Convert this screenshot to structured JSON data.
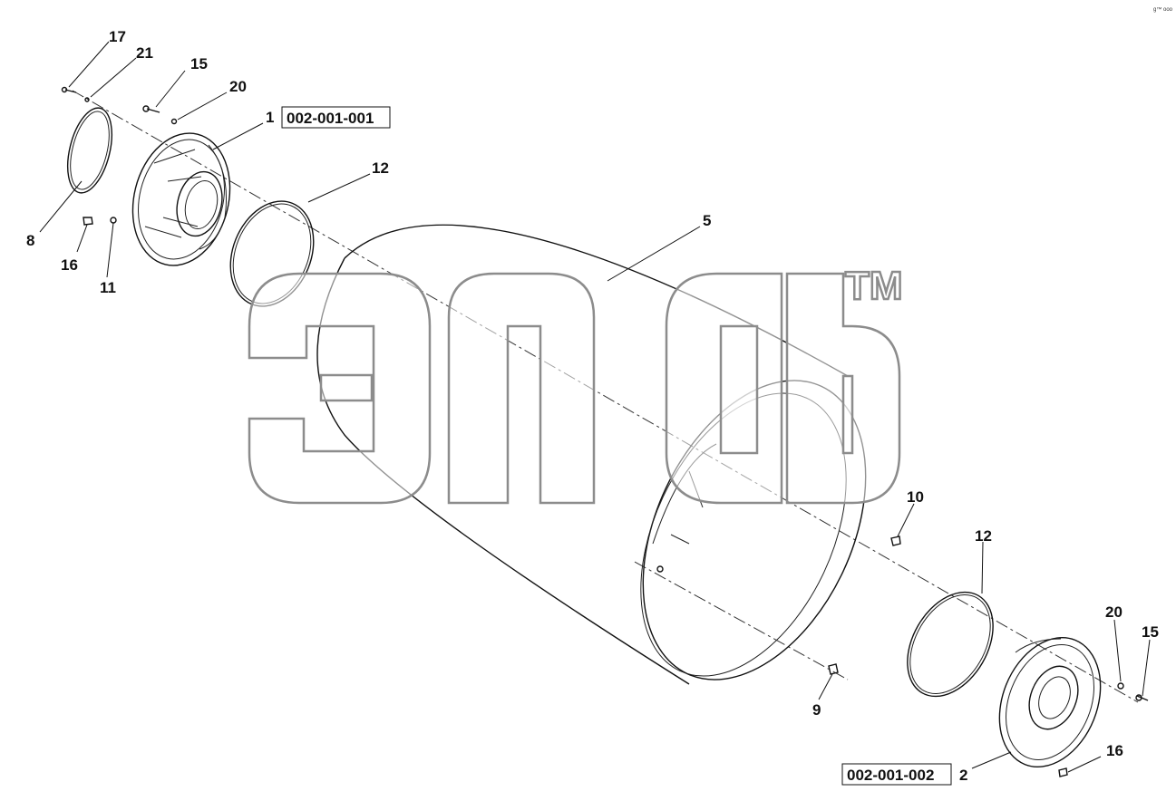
{
  "corner_mark": "g™ ooo",
  "watermark": {
    "trademark": "TM",
    "outline_color": "#8c8c8c"
  },
  "reference_boxes": [
    {
      "id": "ref-upper",
      "text": "002-001-001"
    },
    {
      "id": "ref-lower",
      "text": "002-001-002"
    }
  ],
  "callouts": [
    {
      "id": "c17",
      "text": "17"
    },
    {
      "id": "c21",
      "text": "21"
    },
    {
      "id": "c15a",
      "text": "15"
    },
    {
      "id": "c20a",
      "text": "20"
    },
    {
      "id": "c1",
      "text": "1"
    },
    {
      "id": "c12a",
      "text": "12"
    },
    {
      "id": "c5",
      "text": "5"
    },
    {
      "id": "c8",
      "text": "8"
    },
    {
      "id": "c16a",
      "text": "16"
    },
    {
      "id": "c11",
      "text": "11"
    },
    {
      "id": "c10",
      "text": "10"
    },
    {
      "id": "c12b",
      "text": "12"
    },
    {
      "id": "c9",
      "text": "9"
    },
    {
      "id": "c20b",
      "text": "20"
    },
    {
      "id": "c15b",
      "text": "15"
    },
    {
      "id": "c16b",
      "text": "16"
    },
    {
      "id": "c2",
      "text": "2"
    }
  ]
}
